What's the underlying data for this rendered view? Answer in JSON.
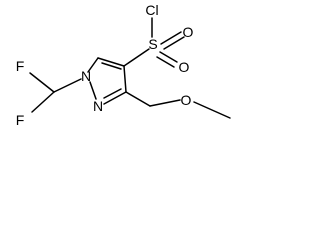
{
  "molecule": {
    "atoms": {
      "cl": "Cl",
      "s": "S",
      "o_top": "O",
      "o_bottom": "O",
      "n1": "N",
      "n2": "N",
      "f_top": "F",
      "f_bottom": "F",
      "o_ether": "O"
    }
  }
}
